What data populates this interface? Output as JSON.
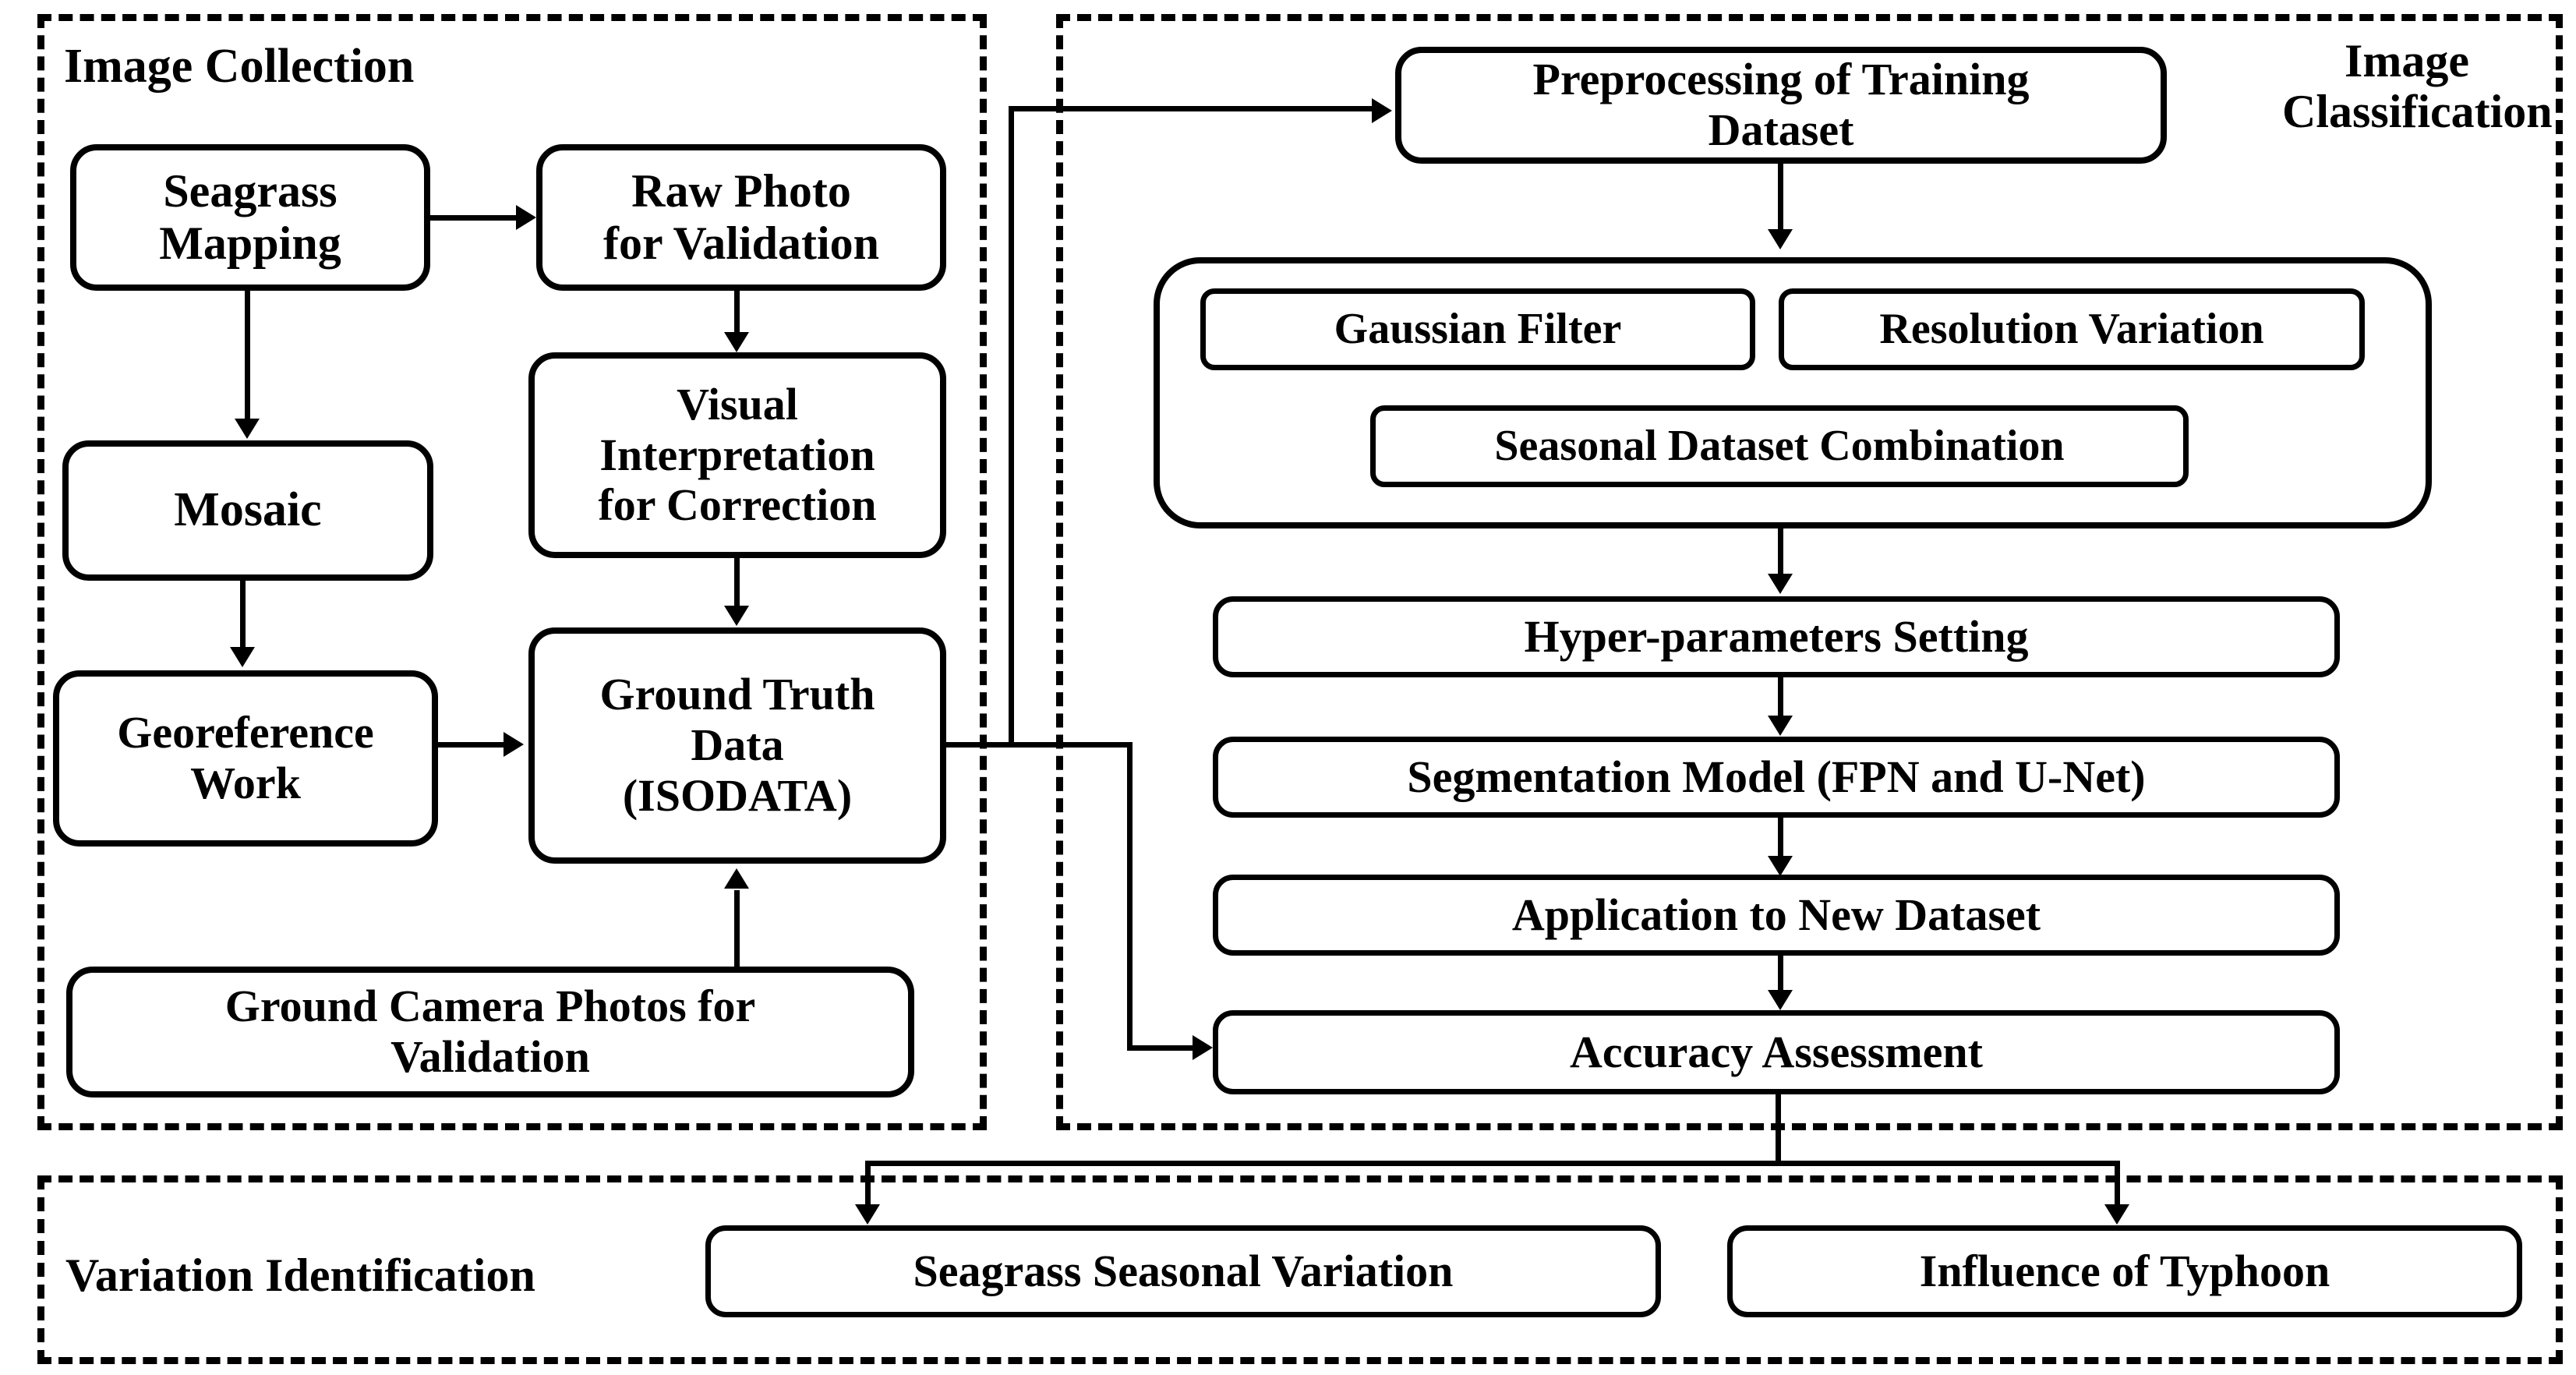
{
  "diagram": {
    "title": "Seagrass mapping methodology flowchart",
    "colors": {
      "line": "#000000",
      "background": "#ffffff",
      "box_fill": "#ffffff"
    }
  },
  "groups": [
    {
      "id": "image-collection",
      "label": "Image Collection"
    },
    {
      "id": "image-classification",
      "label": "Image\nClassification"
    },
    {
      "id": "variation-identification",
      "label": "Variation Identification"
    }
  ],
  "nodes": {
    "seagrass_mapping": "Seagrass\nMapping",
    "raw_photo": "Raw Photo\nfor Validation",
    "mosaic": "Mosaic",
    "visual_interpretation": "Visual\nInterpretation\nfor Correction",
    "georeference_work": "Georeference\nWork",
    "ground_truth_data": "Ground Truth\nData\n(ISODATA)",
    "ground_camera_photos": "Ground Camera Photos for\nValidation",
    "preprocessing": "Preprocessing of Training\nDataset",
    "gaussian_filter": "Gaussian Filter",
    "resolution_variation": "Resolution Variation",
    "seasonal_combination": "Seasonal Dataset Combination",
    "hyper_parameters": "Hyper-parameters Setting",
    "segmentation_model": "Segmentation Model (FPN and U-Net)",
    "application_new": "Application to New Dataset",
    "accuracy_assessment": "Accuracy Assessment",
    "seagrass_seasonal": "Seagrass Seasonal Variation",
    "influence_typhoon": "Influence of Typhoon"
  },
  "edges": [
    {
      "from": "seagrass_mapping",
      "to": "raw_photo",
      "kind": "arrow-right"
    },
    {
      "from": "seagrass_mapping",
      "to": "mosaic",
      "kind": "arrow-down"
    },
    {
      "from": "raw_photo",
      "to": "visual_interpretation",
      "kind": "arrow-down"
    },
    {
      "from": "mosaic",
      "to": "georeference_work",
      "kind": "arrow-down"
    },
    {
      "from": "visual_interpretation",
      "to": "ground_truth_data",
      "kind": "arrow-down"
    },
    {
      "from": "georeference_work",
      "to": "ground_truth_data",
      "kind": "arrow-right"
    },
    {
      "from": "ground_camera_photos",
      "to": "ground_truth_data",
      "kind": "arrow-up"
    },
    {
      "from": "ground_truth_data",
      "to": "preprocessing",
      "kind": "elbow-arrow-right"
    },
    {
      "from": "ground_truth_data",
      "to": "accuracy_assessment",
      "kind": "elbow-arrow-right"
    },
    {
      "from": "preprocessing",
      "to": "augmentation_group",
      "kind": "arrow-down"
    },
    {
      "from": "augmentation_group",
      "to": "hyper_parameters",
      "kind": "arrow-down"
    },
    {
      "from": "hyper_parameters",
      "to": "segmentation_model",
      "kind": "arrow-down"
    },
    {
      "from": "segmentation_model",
      "to": "application_new",
      "kind": "arrow-down"
    },
    {
      "from": "application_new",
      "to": "accuracy_assessment",
      "kind": "arrow-down"
    },
    {
      "from": "accuracy_assessment",
      "to": "seagrass_seasonal",
      "kind": "split-arrow-down"
    },
    {
      "from": "accuracy_assessment",
      "to": "influence_typhoon",
      "kind": "split-arrow-down"
    }
  ]
}
